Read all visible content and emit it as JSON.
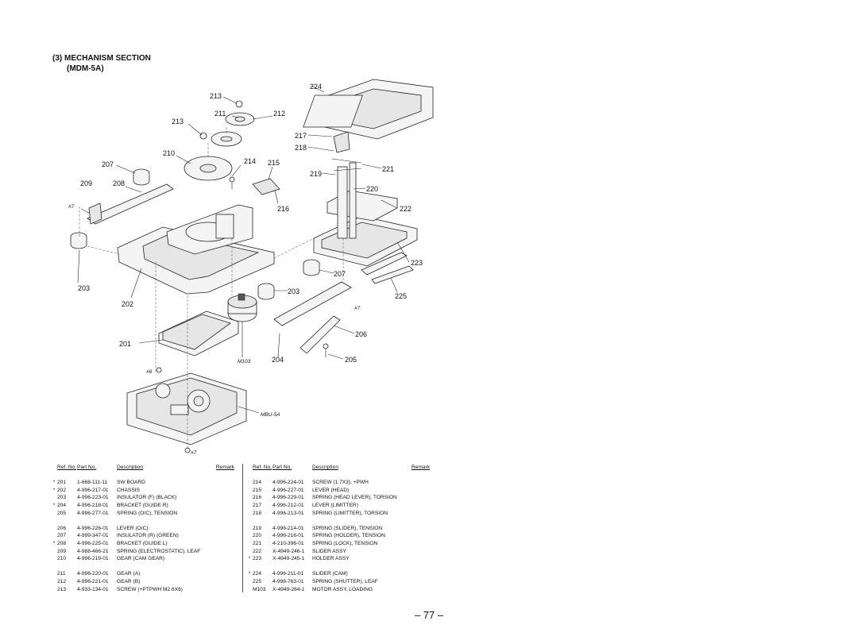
{
  "section": {
    "title": "(3)  MECHANISM SECTION",
    "model": "(MDM-5A)"
  },
  "callouts": {
    "c201": "201",
    "c202": "202",
    "c203a": "203",
    "c203b": "203",
    "c204": "204",
    "c205": "205",
    "c206": "206",
    "c207a": "207",
    "c207b": "207",
    "c208": "208",
    "c209": "209",
    "c210": "210",
    "c211": "211",
    "c212": "212",
    "c213a": "213",
    "c213b": "213",
    "c214": "214",
    "c215": "215",
    "c216": "216",
    "c217": "217",
    "c218": "218",
    "c219": "219",
    "c220": "220",
    "c221": "221",
    "c222": "222",
    "c223": "223",
    "c224": "224",
    "c225": "225",
    "s7a": "#7",
    "s7b": "#7",
    "s7c": "#7",
    "s6": "#6",
    "m103": "M103",
    "mbu": "MBU-5A"
  },
  "table_headers": {
    "ref": "Ref. No.",
    "part": "Part No.",
    "desc": "Description",
    "remark": "Remark"
  },
  "parts_left": [
    {
      "mark": "*",
      "ref": "201",
      "part": "1-668-111-11",
      "desc": "SW BOARD"
    },
    {
      "mark": "*",
      "ref": "202",
      "part": "4-996-217-01",
      "desc": "CHASSIS"
    },
    {
      "mark": "",
      "ref": "203",
      "part": "4-996-223-01",
      "desc": "INSULATOR (F) (BLACK)"
    },
    {
      "mark": "*",
      "ref": "204",
      "part": "4-996-218-01",
      "desc": "BRACKET (GUIDE R)"
    },
    {
      "mark": "",
      "ref": "205",
      "part": "4-996-277-01",
      "desc": "SPRING (O/C), TENSION"
    },
    {
      "mark": "",
      "ref": "206",
      "part": "4-996-226-01",
      "desc": "LEVER (O/C)"
    },
    {
      "mark": "",
      "ref": "207",
      "part": "4-999-347-01",
      "desc": "INSULATOR (R) (GREEN)"
    },
    {
      "mark": "*",
      "ref": "208",
      "part": "4-996-225-01",
      "desc": "BRACKET (GUIDE L)"
    },
    {
      "mark": "",
      "ref": "209",
      "part": "4-988-466-21",
      "desc": "SPRING (ELECTROSTATIC), LEAF"
    },
    {
      "mark": "",
      "ref": "210",
      "part": "4-996-219-01",
      "desc": "GEAR (CAM GEAR)"
    },
    {
      "mark": "",
      "ref": "211",
      "part": "4-996-220-01",
      "desc": "GEAR (A)"
    },
    {
      "mark": "",
      "ref": "212",
      "part": "4-996-221-01",
      "desc": "GEAR (B)"
    },
    {
      "mark": "",
      "ref": "213",
      "part": "4-933-134-01",
      "desc": "SCREW (+PTPWH M2.6X6)"
    }
  ],
  "parts_right": [
    {
      "mark": "",
      "ref": "214",
      "part": "4-996-224-01",
      "desc": "SCREW (1.7X3), +PWH"
    },
    {
      "mark": "",
      "ref": "215",
      "part": "4-996-227-01",
      "desc": "LEVER (HEAD)"
    },
    {
      "mark": "",
      "ref": "216",
      "part": "4-996-229-01",
      "desc": "SPRING (HEAD LEVER), TORSION"
    },
    {
      "mark": "",
      "ref": "217",
      "part": "4-996-212-01",
      "desc": "LEVER (LIMITTER)"
    },
    {
      "mark": "",
      "ref": "218",
      "part": "4-996-213-01",
      "desc": "SPRING (LIMITTER), TORSION"
    },
    {
      "mark": "",
      "ref": "219",
      "part": "4-996-214-01",
      "desc": "SPRING (SLIDER), TENSION"
    },
    {
      "mark": "",
      "ref": "220",
      "part": "4-996-216-01",
      "desc": "SPRING (HOLDER), TENSION"
    },
    {
      "mark": "",
      "ref": "221",
      "part": "4-210-396-01",
      "desc": "SPRING (LOCK), TENSION"
    },
    {
      "mark": "",
      "ref": "222",
      "part": "X-4949-246-1",
      "desc": "SLIDER ASSY"
    },
    {
      "mark": "*",
      "ref": "223",
      "part": "X-4949-245-1",
      "desc": "HOLDER ASSY"
    },
    {
      "mark": "*",
      "ref": "224",
      "part": "4-996-211-01",
      "desc": "SLIDER (CAM)"
    },
    {
      "mark": "",
      "ref": "225",
      "part": "4-998-763-01",
      "desc": "SPRING (SHUTTER), LEAF"
    },
    {
      "mark": "",
      "ref": "M103",
      "part": "X-4949-264-1",
      "desc": "MOTOR ASSY, LOADING"
    }
  ],
  "page_number": "– 77 –"
}
